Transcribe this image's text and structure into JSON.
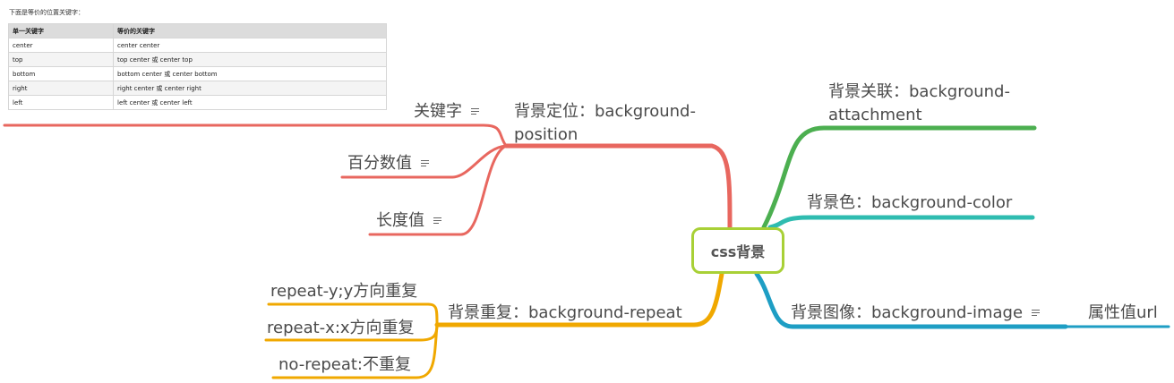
{
  "note": {
    "caption": "下面是等价的位置关键字：",
    "headers": [
      "单一关键字",
      "等价的关键字"
    ],
    "rows": [
      [
        "center",
        "center center"
      ],
      [
        "top",
        "top center 或 center top"
      ],
      [
        "bottom",
        "bottom center 或 center bottom"
      ],
      [
        "right",
        "right center 或 center right"
      ],
      [
        "left",
        "left center 或 center left"
      ]
    ]
  },
  "center": {
    "label": "css背景",
    "border_color": "#a8d036"
  },
  "branches": {
    "position": {
      "label_line1": "背景定位：background-",
      "label_line2": "position",
      "color": "#e8675f",
      "children": [
        "关键字",
        "百分数值",
        "长度值"
      ]
    },
    "repeat": {
      "label": "背景重复：background-repeat",
      "color": "#f0a800",
      "children": [
        "repeat-y;y方向重复",
        "repeat-x:x方向重复",
        "no-repeat:不重复"
      ]
    },
    "attachment": {
      "label_line1": "背景关联：background-",
      "label_line2": "attachment",
      "color": "#4caf50"
    },
    "color": {
      "label": "背景色：background-color",
      "color": "#2fbcb0"
    },
    "image": {
      "label": "背景图像：background-image",
      "color": "#1e9ec4",
      "children": [
        "属性值url"
      ]
    }
  },
  "icons": {
    "note_icon": "note-lines-icon"
  }
}
